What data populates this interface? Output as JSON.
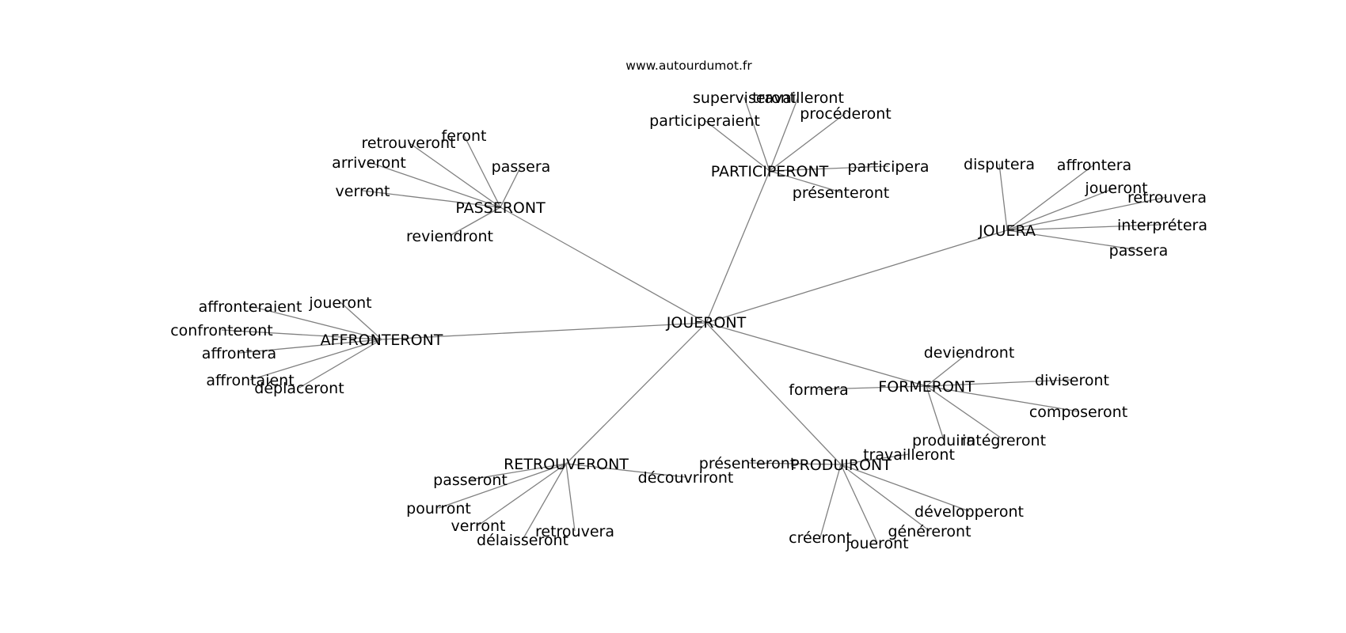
{
  "source_text": "www.autourdumot.fr",
  "center": "JOUERONT",
  "clusters": [
    {
      "hub": "PARTICIPERONT",
      "leaves": [
        "superviseront",
        "travailleront",
        "participeraient",
        "procéderont",
        "participera",
        "présenteront"
      ]
    },
    {
      "hub": "PASSERONT",
      "leaves": [
        "feront",
        "retrouveront",
        "arriveront",
        "passera",
        "verront",
        "reviendront"
      ]
    },
    {
      "hub": "JOUERA",
      "leaves": [
        "disputera",
        "affrontera",
        "joueront",
        "retrouvera",
        "interprétera",
        "passera"
      ]
    },
    {
      "hub": "AFFRONTERONT",
      "leaves": [
        "joueront",
        "affronteraient",
        "confronteront",
        "affrontera",
        "affrontaient",
        "déplaceront"
      ]
    },
    {
      "hub": "FORMERONT",
      "leaves": [
        "deviendront",
        "diviseront",
        "formera",
        "composeront",
        "intégreront",
        "produira"
      ]
    },
    {
      "hub": "RETROUVERONT",
      "leaves": [
        "passeront",
        "découvriront",
        "pourront",
        "verront",
        "retrouvera",
        "délaisseront"
      ]
    },
    {
      "hub": "PRODUIRONT",
      "leaves": [
        "présenteront",
        "travailleront",
        "développeront",
        "généreront",
        "créeront",
        "joueront"
      ]
    }
  ]
}
